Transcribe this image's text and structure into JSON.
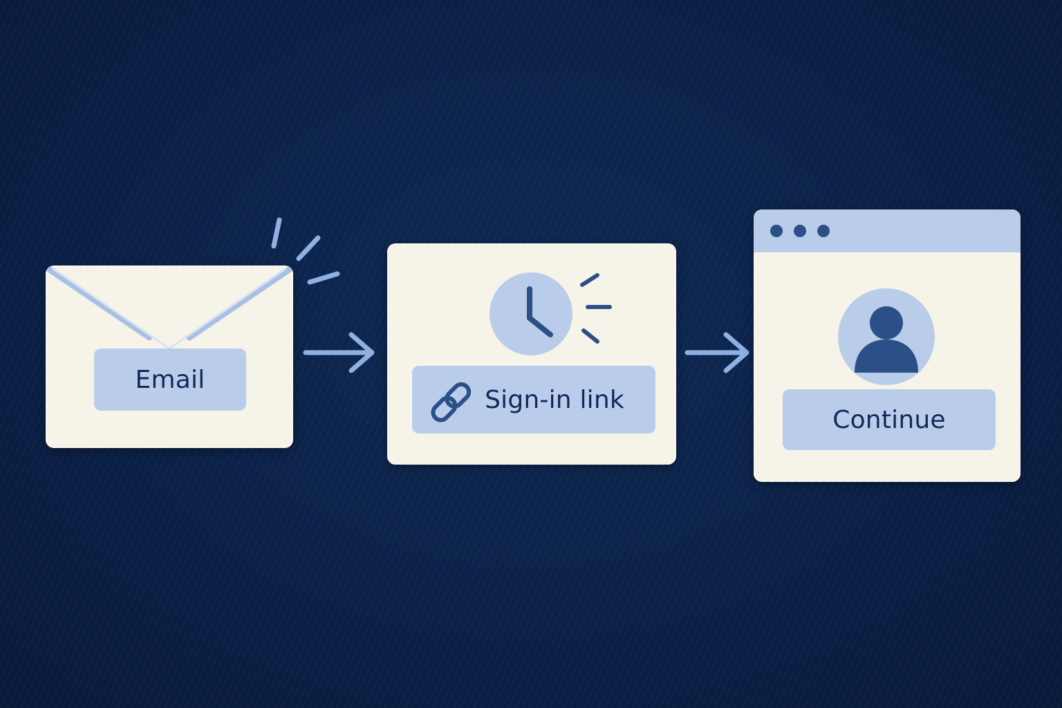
{
  "steps": [
    {
      "label": "Email",
      "icon": "envelope-icon"
    },
    {
      "label": "Sign-in link",
      "icon": "link-icon"
    },
    {
      "label": "Continue",
      "icon": "user-avatar-icon"
    }
  ],
  "colors": {
    "background": "#0b2148",
    "card": "#f6f3e8",
    "accent_light": "#b9cdea",
    "accent_mid": "#8fb0e3",
    "accent_dark": "#2b4f86",
    "text": "#12285a"
  }
}
